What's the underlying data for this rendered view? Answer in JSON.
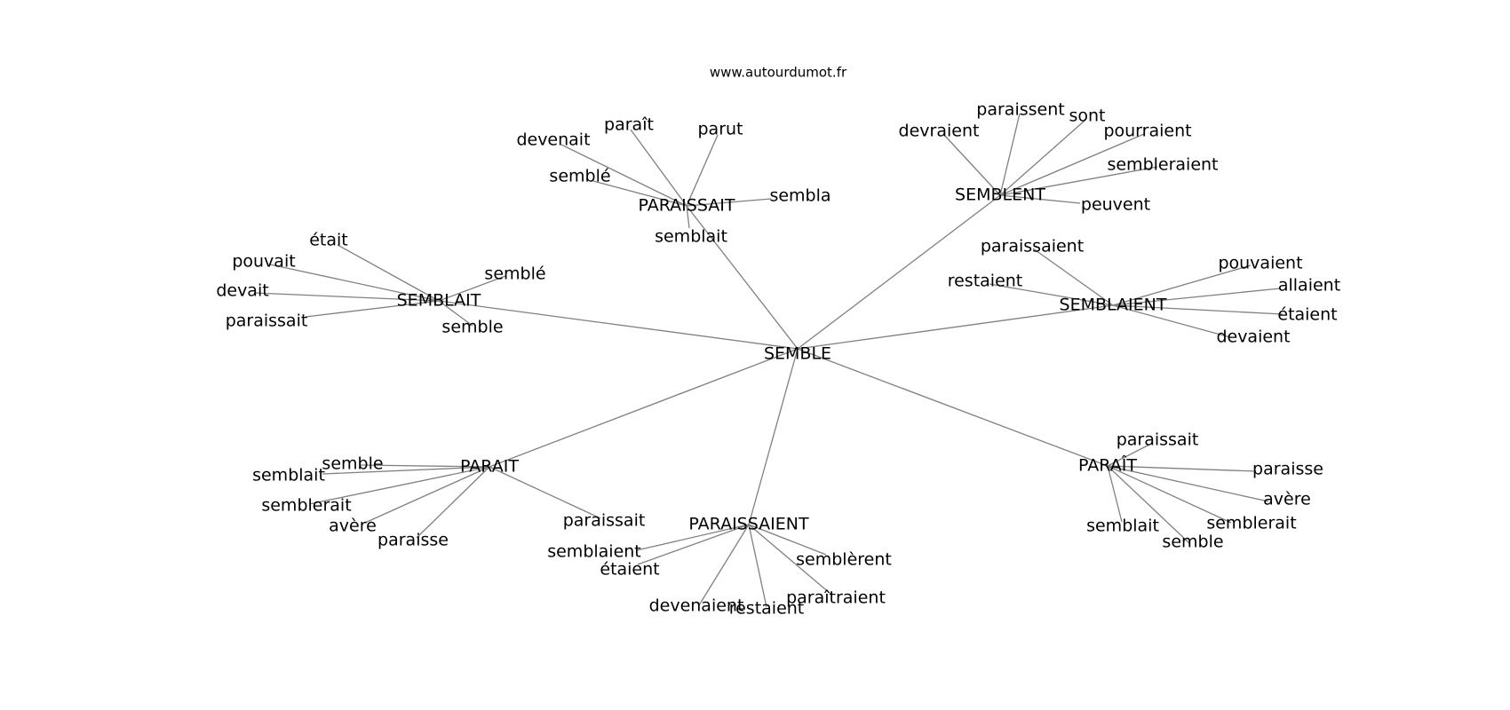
{
  "site_label": "www.autourdumot.fr",
  "center": "SEMBLE",
  "clusters": [
    {
      "id": "paraissait-hub",
      "word": "PARAISSAIT",
      "leaves": [
        "devenait",
        "paraît",
        "parut",
        "semblé",
        "sembla",
        "semblait"
      ]
    },
    {
      "id": "semblent-hub",
      "word": "SEMBLENT",
      "leaves": [
        "devraient",
        "paraissent",
        "sont",
        "pourraient",
        "sembleraient",
        "peuvent"
      ]
    },
    {
      "id": "semblait-hub",
      "word": "SEMBLAIT",
      "leaves": [
        "était",
        "pouvait",
        "devait",
        "paraissait",
        "semblé",
        "semble"
      ]
    },
    {
      "id": "semblaient-hub",
      "word": "SEMBLAIENT",
      "leaves": [
        "paraissaient",
        "restaient",
        "pouvaient",
        "allaient",
        "étaient",
        "devaient"
      ]
    },
    {
      "id": "parait-hub",
      "word": "PARAIT",
      "leaves": [
        "semble",
        "semblait",
        "semblerait",
        "avère",
        "paraisse",
        "paraissait"
      ]
    },
    {
      "id": "paraissaient-hub",
      "word": "PARAISSAIENT",
      "leaves": [
        "semblaient",
        "étaient",
        "semblèrent",
        "devenaient",
        "restaient",
        "paraîtraient"
      ]
    },
    {
      "id": "parait-circumflex-hub",
      "word": "PARAÎT",
      "leaves": [
        "paraissait",
        "paraisse",
        "avère",
        "semblerait",
        "semblait",
        "semble"
      ]
    }
  ]
}
